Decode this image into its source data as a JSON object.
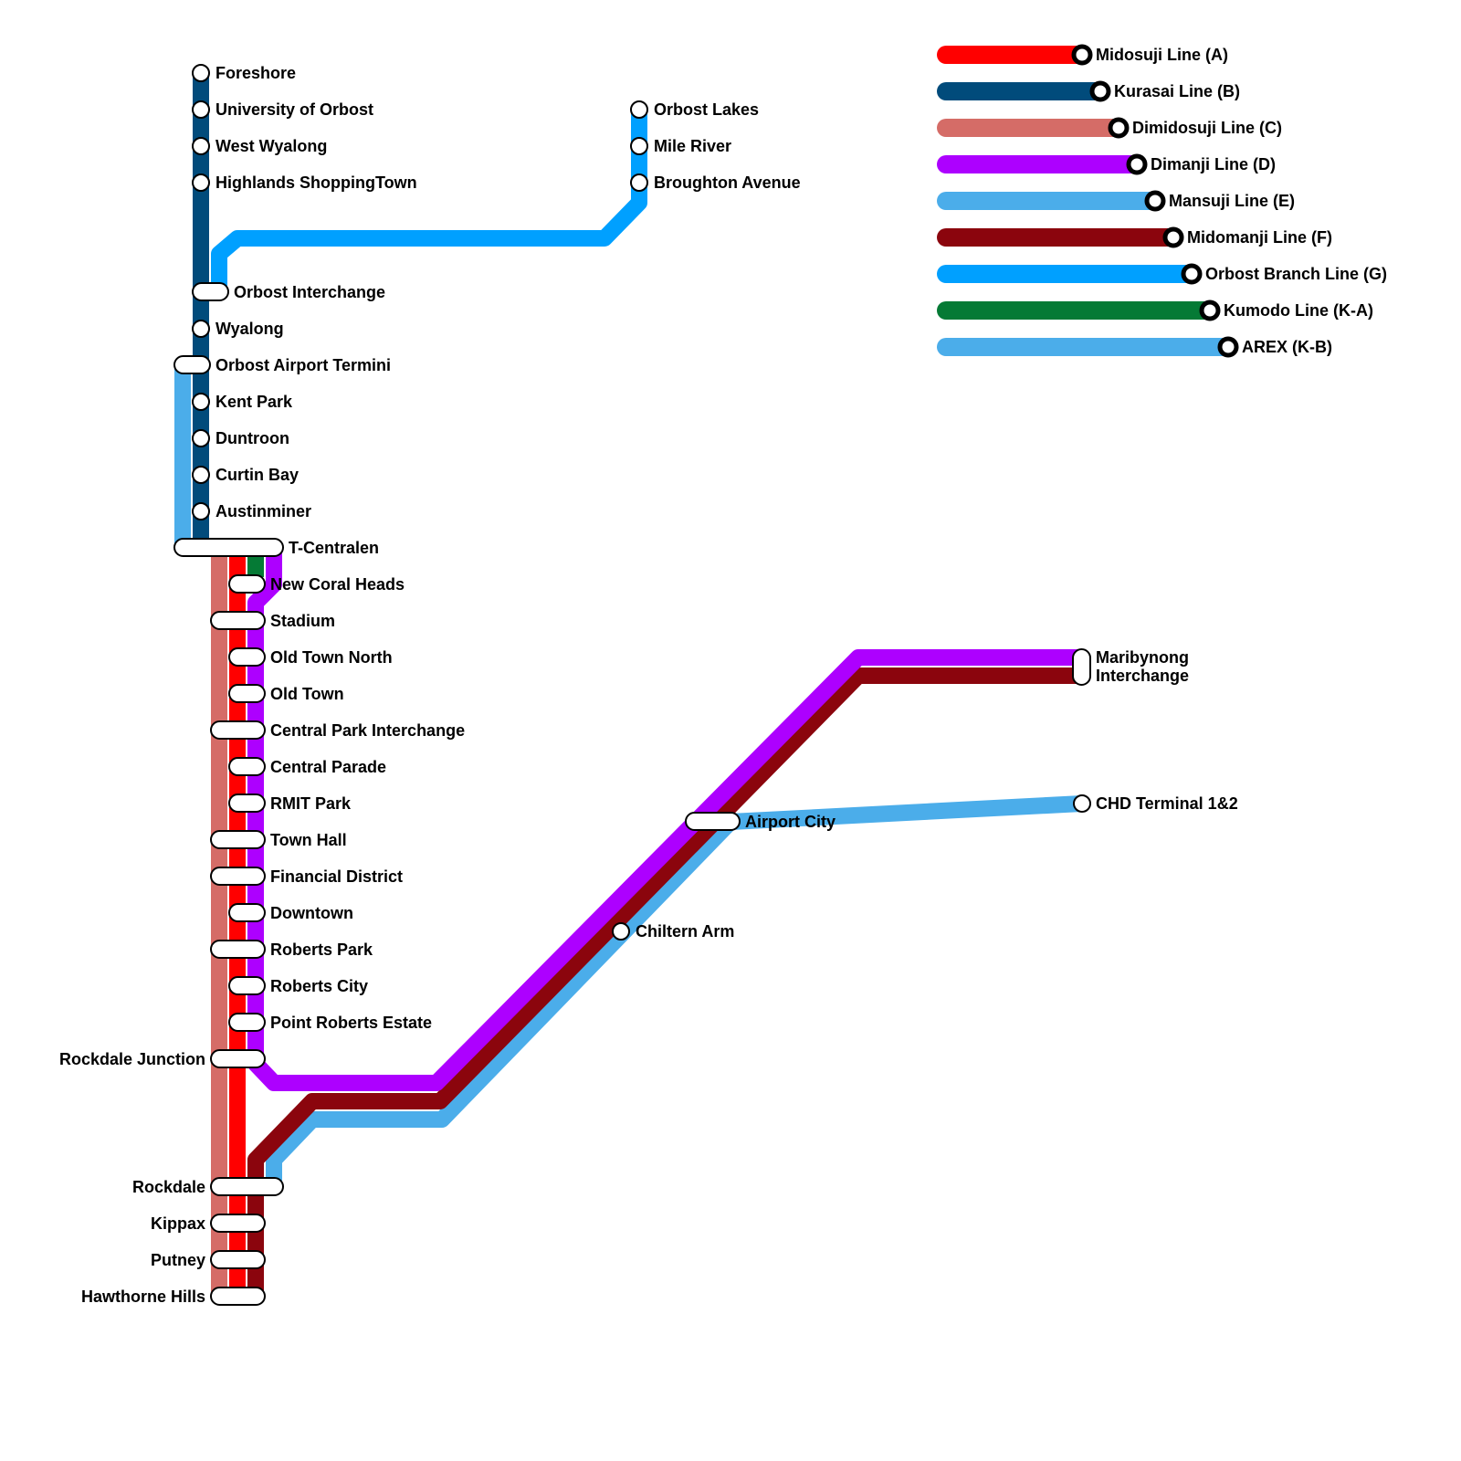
{
  "lines": [
    {
      "id": "A",
      "name": "Midosuji Line (A)",
      "color": "#ff0000"
    },
    {
      "id": "B",
      "name": "Kurasai Line (B)",
      "color": "#014b7b"
    },
    {
      "id": "C",
      "name": "Dimidosuji Line (C)",
      "color": "#d56c67"
    },
    {
      "id": "D",
      "name": "Dimanji Line (D)",
      "color": "#ad00ff"
    },
    {
      "id": "E",
      "name": "Mansuji Line (E)",
      "color": "#4badea"
    },
    {
      "id": "F",
      "name": "Midomanji Line (F)",
      "color": "#8b050d"
    },
    {
      "id": "G",
      "name": "Orbost Branch Line (G)",
      "color": "#00a0ff"
    },
    {
      "id": "KA",
      "name": "Kumodo Line (K-A)",
      "color": "#057a35"
    },
    {
      "id": "KB",
      "name": "AREX (K-B)",
      "color": "#4badea"
    }
  ],
  "stations": {
    "foreshore": "Foreshore",
    "university": "University of Orbost",
    "west_wyalong": "West Wyalong",
    "highlands": "Highlands ShoppingTown",
    "orbost_interchange": "Orbost Interchange",
    "wyalong": "Wyalong",
    "orbost_airport": "Orbost Airport Termini",
    "kent_park": "Kent Park",
    "duntroon": "Duntroon",
    "curtin_bay": "Curtin Bay",
    "austinminer": "Austinminer",
    "t_centralen": "T-Centralen",
    "new_coral_heads": "New Coral Heads",
    "stadium": "Stadium",
    "old_town_north": "Old Town North",
    "old_town": "Old Town",
    "central_park": "Central Park Interchange",
    "central_parade": "Central Parade",
    "rmit_park": "RMIT Park",
    "town_hall": "Town Hall",
    "financial_district": "Financial District",
    "downtown": "Downtown",
    "roberts_park": "Roberts Park",
    "roberts_city": "Roberts City",
    "point_roberts": "Point Roberts Estate",
    "rockdale_junction": "Rockdale Junction",
    "rockdale": "Rockdale",
    "kippax": "Kippax",
    "putney": "Putney",
    "hawthorne_hills": "Hawthorne Hills",
    "orbost_lakes": "Orbost Lakes",
    "mile_river": "Mile River",
    "broughton_avenue": "Broughton Avenue",
    "airport_city": "Airport City",
    "chiltern_arm": "Chiltern Arm",
    "chd_terminal": "CHD Terminal 1&2",
    "maribynong_line1": "Maribynong",
    "maribynong_line2": "Interchange"
  }
}
